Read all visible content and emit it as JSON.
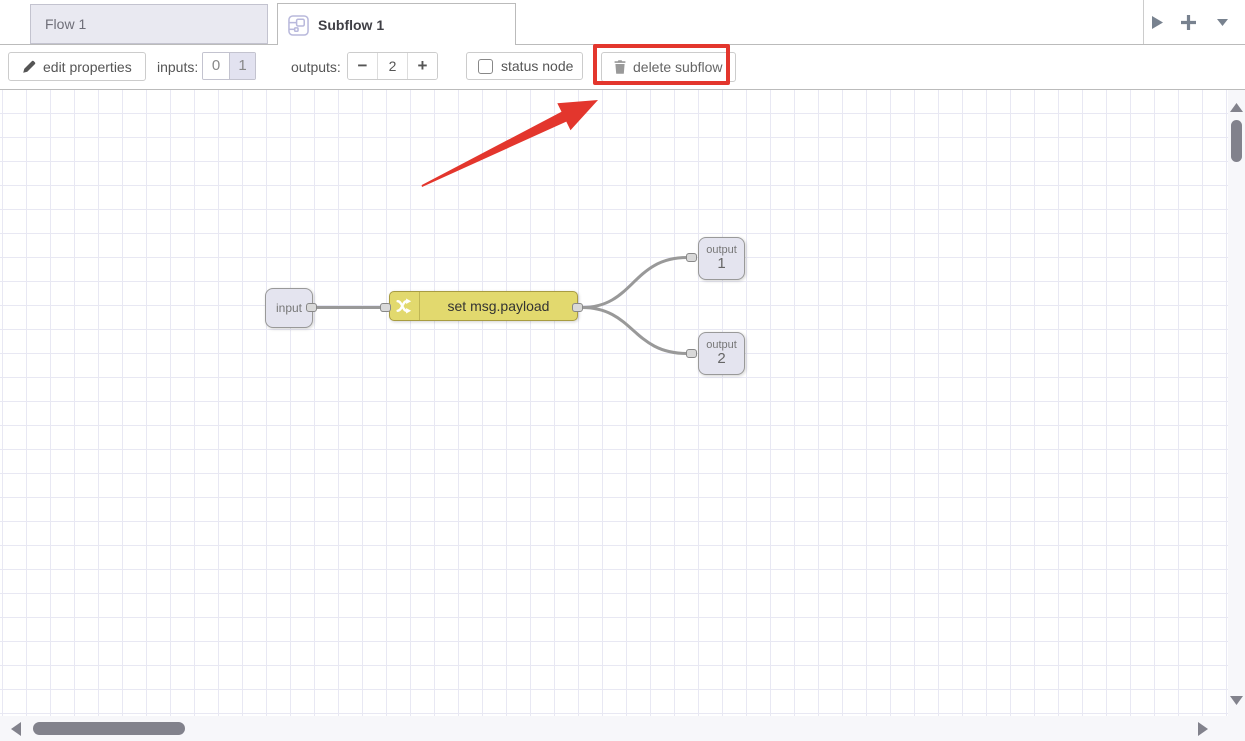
{
  "tab_bar": {
    "flow_tab": {
      "label": "Flow 1"
    },
    "subflow_tab": {
      "label": "Subflow 1"
    }
  },
  "toolbar": {
    "edit_properties": "edit properties",
    "inputs_label": "inputs:",
    "inputs_options": [
      "0",
      "1"
    ],
    "inputs_selected": "1",
    "outputs_label": "outputs:",
    "outputs_decrease": "−",
    "outputs_value": "2",
    "outputs_increase": "+",
    "status_node": "status node",
    "delete_subflow": "delete subflow"
  },
  "canvas": {
    "input_node": {
      "label": "input"
    },
    "change_node": {
      "label": "set msg.payload"
    },
    "output_node_1": {
      "label": "output",
      "number": "1"
    },
    "output_node_2": {
      "label": "output",
      "number": "2"
    }
  },
  "annotation": {
    "highlight_target": "delete subflow",
    "red": "#e3362d"
  },
  "colors": {
    "change_node_fill": "#e2d96e",
    "endpoint_node_fill": "#e4e4ef",
    "wire": "#999999",
    "grid_line": "#e8e8f3",
    "tab_inactive_fill": "#e9e9f1",
    "scroll_thumb": "#82828c"
  }
}
